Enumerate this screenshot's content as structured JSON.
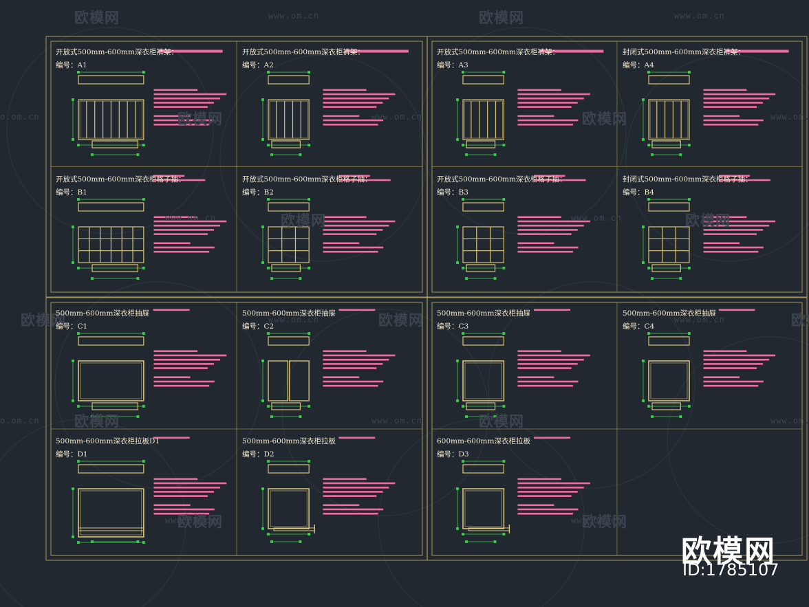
{
  "brand": {
    "name": "欧模网",
    "id": "ID:1785107"
  },
  "watermark": {
    "text": "欧模网",
    "url": "www.om.cn",
    "url_short": "o.om.cn"
  },
  "colors": {
    "background": "#212830",
    "frame": "#c8b465",
    "panel_line": "#8f8240",
    "drawing": "#d8c47a",
    "dimension": "#3bd24a",
    "note": "#f26aa0",
    "title": "#f2e9d0",
    "watermark": "#3c4450"
  },
  "cells": [
    {
      "id": "A1",
      "title": "开放式500mm-600mm深衣柜裤架：",
      "code": "编号：A1"
    },
    {
      "id": "A2",
      "title": "开放式500mm-600mm深衣柜裤架：",
      "code": "编号：A2"
    },
    {
      "id": "A3",
      "title": "开放式500mm-600mm深衣柜裤架：",
      "code": "编号：A3"
    },
    {
      "id": "A4",
      "title": "封闭式500mm-600mm深衣柜裤架：",
      "code": "编号：A4"
    },
    {
      "id": "B1",
      "title": "开放式500mm-600mm深衣柜格子抽：",
      "code": "编号：B1"
    },
    {
      "id": "B2",
      "title": "开放式500mm-600mm深衣柜格子抽：",
      "code": "编号：B2"
    },
    {
      "id": "B3",
      "title": "开放式500mm-600mm深衣柜格子抽：",
      "code": "编号：B3"
    },
    {
      "id": "B4",
      "title": "封闭式500mm-600mm深衣柜格子抽：",
      "code": "编号：B4"
    },
    {
      "id": "C1",
      "title": "500mm-600mm深衣柜抽屉",
      "code": "编号：C1"
    },
    {
      "id": "C2",
      "title": "500mm-600mm深衣柜抽屉",
      "code": "编号：C2"
    },
    {
      "id": "C3",
      "title": "500mm-600mm深衣柜抽屉",
      "code": "编号：C3"
    },
    {
      "id": "C4",
      "title": "500mm-600mm深衣柜抽屉",
      "code": "编号：C4"
    },
    {
      "id": "D1",
      "title": "500mm-600mm深衣柜拉板D1",
      "code": "编号：D1"
    },
    {
      "id": "D2",
      "title": "500mm-600mm深衣柜拉板",
      "code": "编号：D2"
    },
    {
      "id": "D3",
      "title": "600mm-600mm深衣柜拉板",
      "code": "编号：D3"
    }
  ]
}
